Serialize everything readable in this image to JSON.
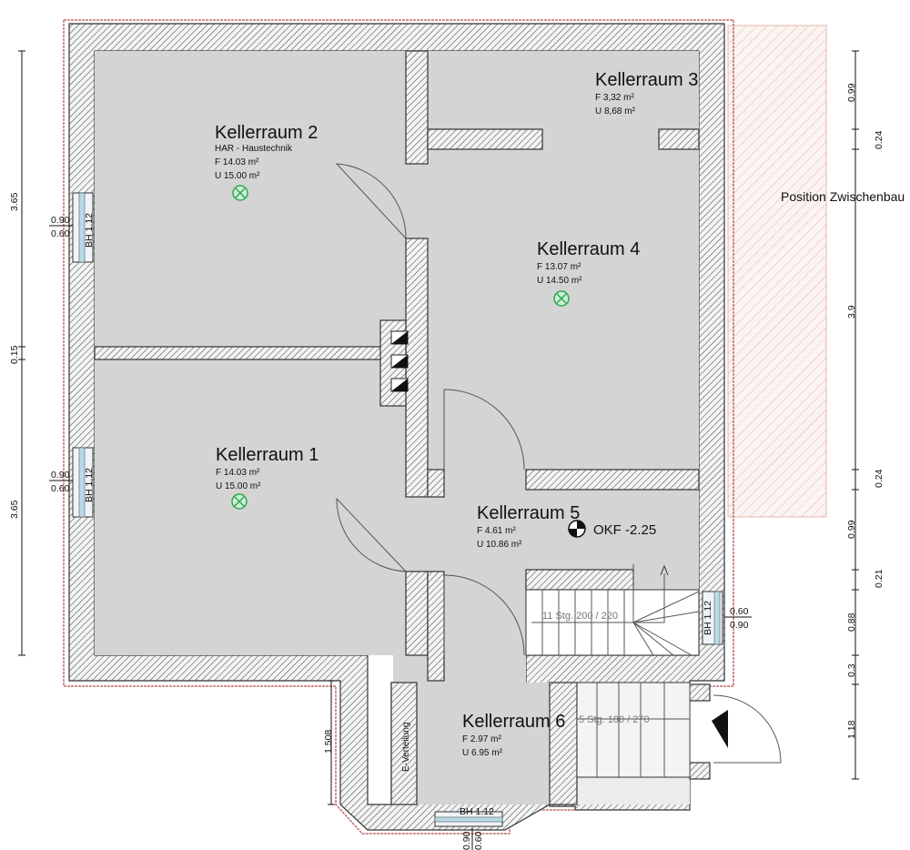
{
  "rooms": {
    "r2": {
      "name": "Kellerraum 2",
      "sub": "HAR - Haustechnik",
      "area": "F 14.03 m²",
      "perimeter": "U 15.00 m²"
    },
    "r3": {
      "name": "Kellerraum 3",
      "area": "F 3,32 m²",
      "perimeter": "U 8,68 m²"
    },
    "r4": {
      "name": "Kellerraum 4",
      "area": "F 13.07 m²",
      "perimeter": "U 14.50 m²"
    },
    "r1": {
      "name": "Kellerraum 1",
      "area": "F 14.03 m²",
      "perimeter": "U 15.00 m²"
    },
    "r5": {
      "name": "Kellerraum 5",
      "area": "F 4.61 m²",
      "perimeter": "U 10.86 m²"
    },
    "r6": {
      "name": "Kellerraum 6",
      "area": "F 2.97 m²",
      "perimeter": "U 6.95 m²"
    }
  },
  "level_marker": "OKF -2.25",
  "annex_label": "Position Zwischenbau",
  "e_verteilung": "E-Verteilung",
  "stairs": {
    "main": "11 Stg. 200 / 220",
    "entry": "5 Stg. 180 / 270"
  },
  "windows": {
    "left_top": {
      "width": "0.90",
      "height": "0.60",
      "bh": "BH 1.12"
    },
    "left_bottom": {
      "width": "0.90",
      "height": "0.60",
      "bh": "BH 1.12"
    },
    "right": {
      "width": "0.60",
      "height": "0.90",
      "bh": "BH 1.12"
    },
    "bottom": {
      "width": "0.90",
      "height": "0.60",
      "bh": "BH 1.12"
    }
  },
  "dims_left": [
    "3.65",
    "0.15",
    "3.65"
  ],
  "dim_508": "1.508",
  "dims_right": [
    "0.99",
    "0.24",
    "3.9",
    "0.24",
    "0.99",
    "0.21",
    "0.88",
    "0.3",
    "1.18"
  ],
  "colors": {
    "floor": "#d4d4d4",
    "wall_hatch": "#555555",
    "outline_red": "#c86a6a",
    "annex_hatch": "#e2b8ad",
    "sensor": "#2fa84f"
  }
}
